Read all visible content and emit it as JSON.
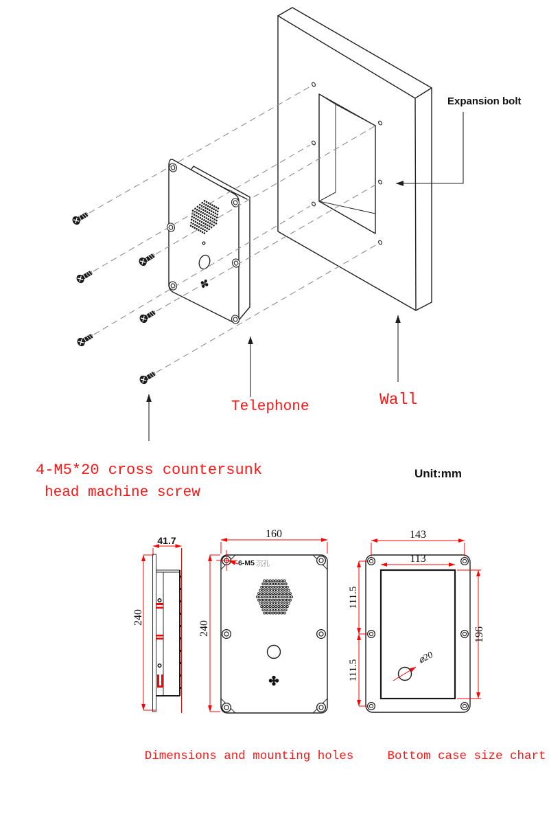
{
  "labels": {
    "expansion_bolt": "Expansion bolt",
    "telephone": "Telephone",
    "wall": "Wall",
    "screw_note_line1": "4-M5*20 cross countersunk",
    "screw_note_line2": "head machine screw",
    "unit": "Unit:mm"
  },
  "dimensions": {
    "side_depth": "41.7",
    "side_height": "240",
    "front_width": "160",
    "front_height": "240",
    "front_hole_callout": "6-M5",
    "front_hole_callout_cn": "沉孔",
    "bottom_hole_span_width": "143",
    "bottom_inner_width": "113",
    "bottom_hole_pitch_upper": "111.5",
    "bottom_hole_pitch_lower": "111.5",
    "bottom_inner_height": "196",
    "bottom_hole_diameter": "⌀20"
  },
  "captions": {
    "front_view": "Dimensions and mounting holes",
    "bottom_view": "Bottom case size chart"
  },
  "colors": {
    "dimension_red": "#fe0000",
    "label_red": "#fe1515",
    "line_black": "#1f1f1f",
    "dash_gray": "#8c8c8c",
    "callout_gray": "#9a9a9a"
  }
}
